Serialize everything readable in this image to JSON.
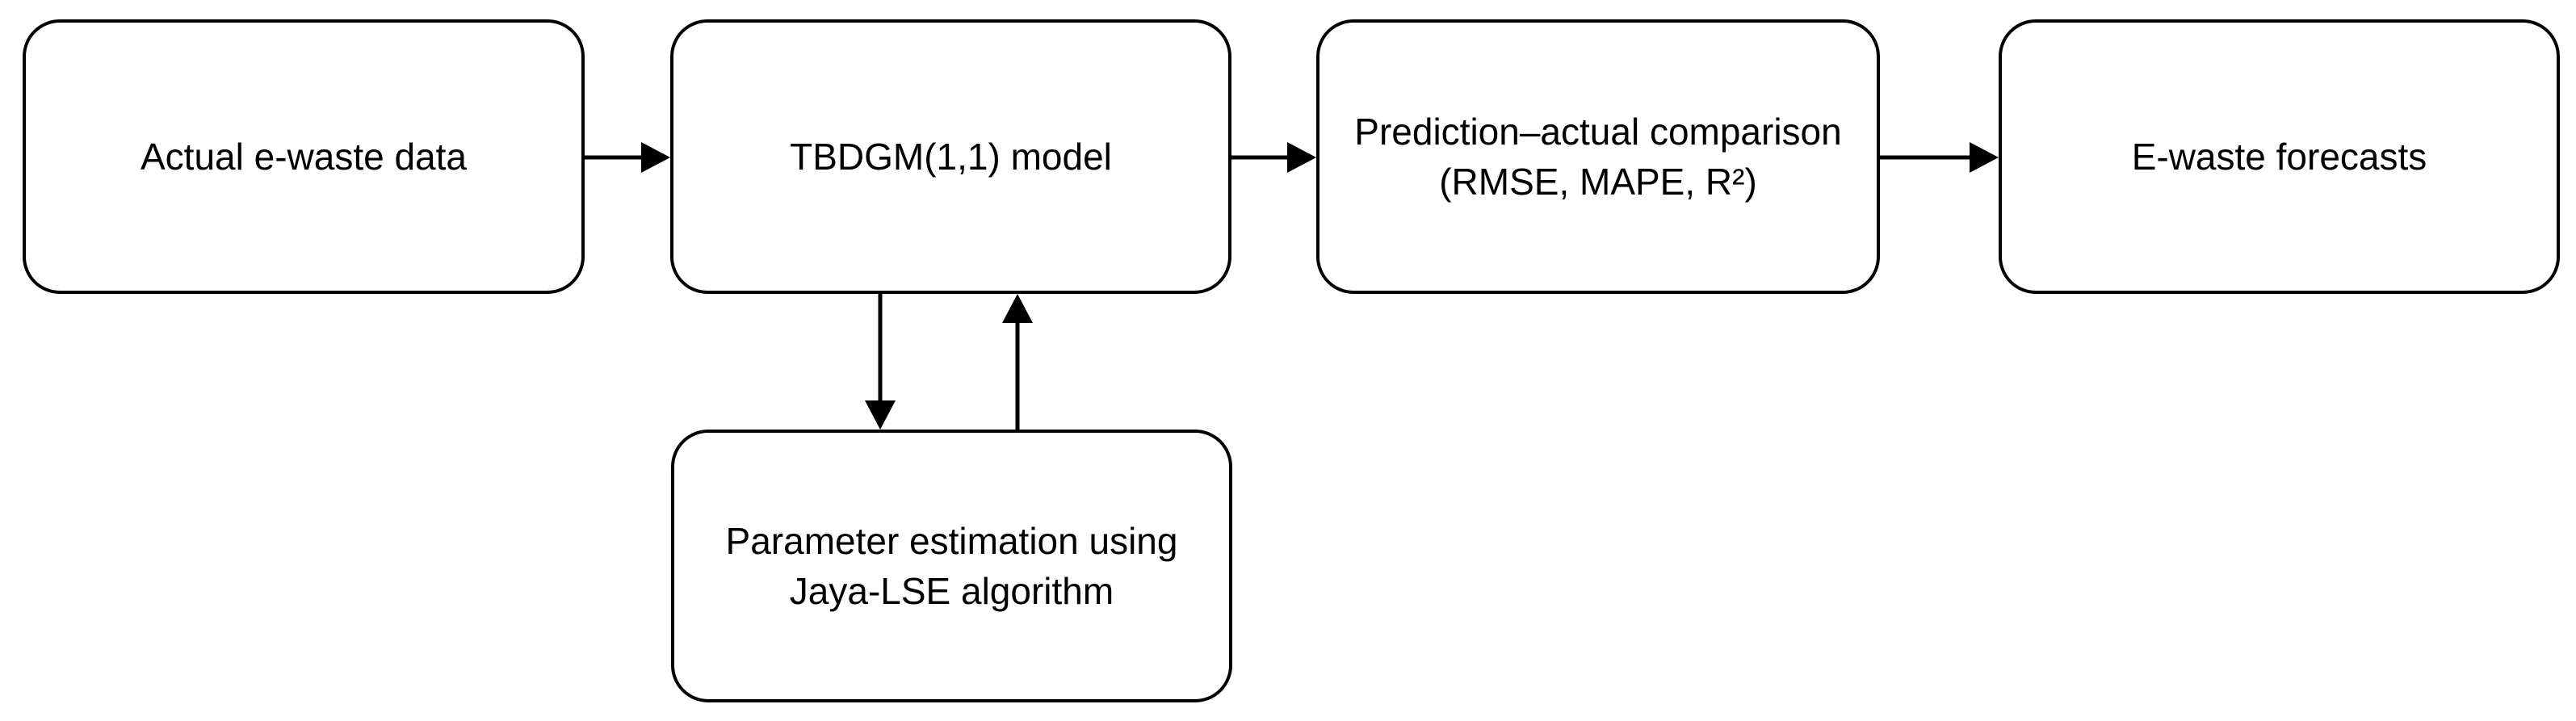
{
  "diagram": {
    "type": "flowchart",
    "nodes": {
      "actual_data": {
        "label": "Actual e-waste data"
      },
      "model": {
        "label": "TBDGM(1,1) model"
      },
      "comparison": {
        "line1": "Prediction–actual comparison",
        "line2": "(RMSE, MAPE, R²)"
      },
      "forecasts": {
        "label": "E-waste forecasts"
      },
      "parameter_estimation": {
        "line1": "Parameter estimation using",
        "line2": "Jaya-LSE algorithm"
      }
    },
    "edges": [
      {
        "from": "actual_data",
        "to": "model",
        "direction": "right"
      },
      {
        "from": "model",
        "to": "comparison",
        "direction": "right"
      },
      {
        "from": "comparison",
        "to": "forecasts",
        "direction": "right"
      },
      {
        "from": "model",
        "to": "parameter_estimation",
        "direction": "down"
      },
      {
        "from": "parameter_estimation",
        "to": "model",
        "direction": "up"
      }
    ],
    "colors": {
      "background": "#ffffff",
      "box_fill": "#ffffff",
      "box_border": "#000000",
      "text": "#000000",
      "arrow": "#000000"
    }
  }
}
